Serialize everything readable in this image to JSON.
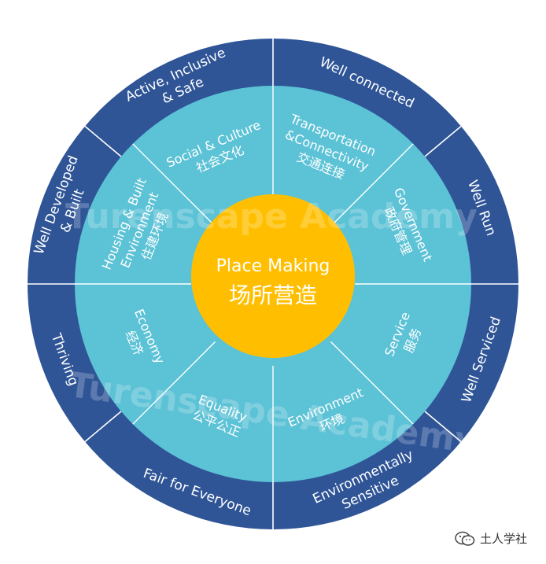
{
  "colors": {
    "outer_ring": "#2f5597",
    "inner_ring": "#5cc2d6",
    "center": "#ffbf00",
    "divider": "#ffffff"
  },
  "center": {
    "title": "Place Making",
    "subtitle": "场所营造"
  },
  "outer_ring": [
    {
      "lines": [
        "Well connected"
      ]
    },
    {
      "lines": [
        "Well Run"
      ]
    },
    {
      "lines": [
        "Well Serviced"
      ]
    },
    {
      "lines": [
        "Environmentally",
        "Sensitive"
      ]
    },
    {
      "lines": [
        "Fair for Everyone"
      ]
    },
    {
      "lines": [
        "Thriving"
      ]
    },
    {
      "lines": [
        "Well Developed",
        "& Built"
      ]
    },
    {
      "lines": [
        "Active, Inclusive",
        "& Safe"
      ]
    }
  ],
  "inner_ring": [
    {
      "lines": [
        "Transportation",
        "&Connectivity",
        "交通连接"
      ]
    },
    {
      "lines": [
        "Government",
        "政府管理"
      ]
    },
    {
      "lines": [
        "Service",
        "服务"
      ]
    },
    {
      "lines": [
        "Environment",
        "环境"
      ]
    },
    {
      "lines": [
        "Equality",
        "公平公正"
      ]
    },
    {
      "lines": [
        "Economy",
        "经济"
      ]
    },
    {
      "lines": [
        "Housing & Built",
        "Environment",
        "住建环境"
      ]
    },
    {
      "lines": [
        "Social & Culture",
        "社会文化"
      ]
    }
  ],
  "watermark": {
    "line1": "Turenscape Academy",
    "line2": "Turenscape Academy"
  },
  "badge": {
    "label": "土人学社",
    "icon": "wechat-icon"
  }
}
